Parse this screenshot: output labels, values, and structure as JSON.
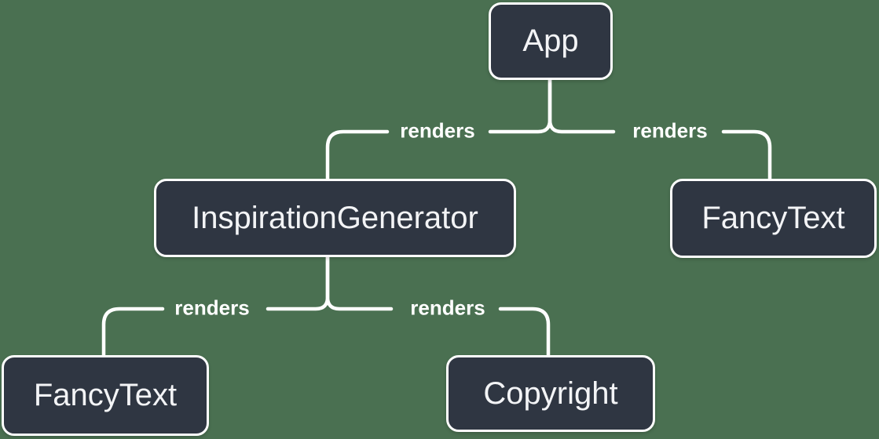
{
  "colors": {
    "background": "#4a7051",
    "node-fill": "#2f3642",
    "node-border": "#ffffff",
    "node-text": "#f3f4f6",
    "edge": "#ffffff",
    "edge-label-text": "#ffffff"
  },
  "nodes": {
    "app": {
      "label": "App"
    },
    "inspiration_generator": {
      "label": "InspirationGenerator"
    },
    "fancy_text_top": {
      "label": "FancyText"
    },
    "fancy_text_bottom": {
      "label": "FancyText"
    },
    "copyright": {
      "label": "Copyright"
    }
  },
  "edges": {
    "app_to_inspiration_generator": {
      "label": "renders"
    },
    "app_to_fancy_text": {
      "label": "renders"
    },
    "inspiration_generator_to_fancy_text": {
      "label": "renders"
    },
    "inspiration_generator_to_copyright": {
      "label": "renders"
    }
  }
}
